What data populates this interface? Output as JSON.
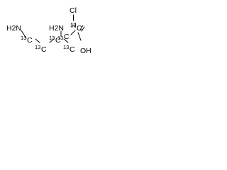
{
  "molecule": {
    "salt": {
      "chlorine": "Cl",
      "hydrogen": "H"
    },
    "atoms": {
      "amine_terminal": "H2N",
      "amine_alpha": "H2N",
      "isotope": "13",
      "carbon": "C",
      "hydroxyl": "OH",
      "carbonyl_oxygen": "O"
    }
  }
}
